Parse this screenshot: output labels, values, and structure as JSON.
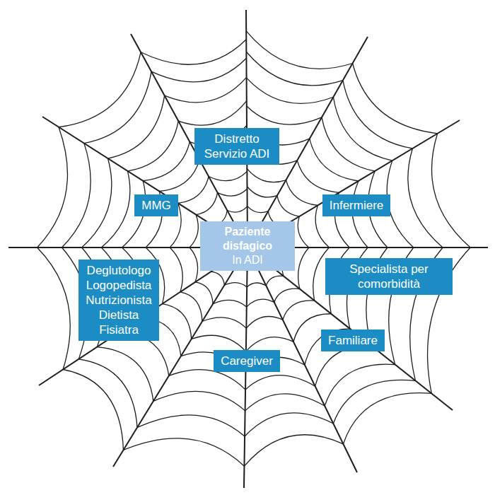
{
  "diagram": {
    "nodes": [
      {
        "text": [
          "Distretto Servizio ADI"
        ]
      },
      {
        "text": [
          "MMG"
        ]
      },
      {
        "text": [
          "Infermiere"
        ]
      },
      {
        "text": [
          "Paziente disfagico",
          "In ADI"
        ]
      },
      {
        "text": [
          "Deglutologo",
          "Logopedista",
          "Nutrizionista",
          "Dietista",
          "Fisiatra"
        ]
      },
      {
        "text": [
          "Specialista per comorbidità"
        ]
      },
      {
        "text": [
          "Familiare"
        ]
      },
      {
        "text": [
          "Caregiver"
        ]
      }
    ]
  }
}
